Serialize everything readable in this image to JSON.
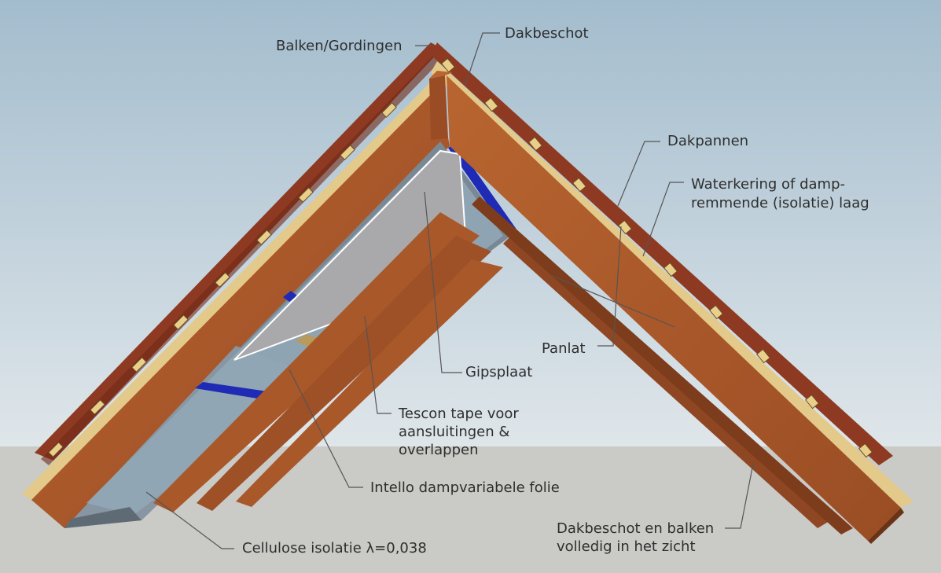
{
  "diagram": {
    "colors": {
      "sky_top": "#a3bccd",
      "sky_bottom": "#dfe6ea",
      "ground": "#cacac7",
      "rafter_wood": "#b05d2e",
      "roof_tiles": "#8e3a22",
      "batten_wood": "#e8d08a",
      "blue_tape": "#1f2ab5",
      "plasterboard": "#a9a9ab",
      "foil": "#93a9b8",
      "leader_lines": "#555555"
    },
    "labels": {
      "balken_gordingen": "Balken/Gordingen",
      "dakbeschot": "Dakbeschot",
      "dakpannen": "Dakpannen",
      "waterkering_line1": "Waterkering of damp-",
      "waterkering_line2": "remmende (isolatie) laag",
      "panlat": "Panlat",
      "gipsplaat": "Gipsplaat",
      "tescon_line1": "Tescon tape voor",
      "tescon_line2": "aansluitingen &",
      "tescon_line3": "overlappen",
      "intello": "Intello dampvariabele folie",
      "cellulose": "Cellulose isolatie λ=0,038",
      "dakbeschot_zicht_line1": "Dakbeschot en balken",
      "dakbeschot_zicht_line2": "volledig in het zicht"
    }
  }
}
